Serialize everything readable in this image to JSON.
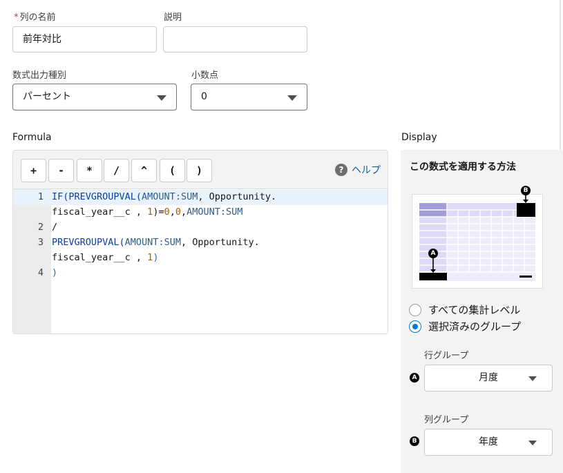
{
  "fields": {
    "column_name_label": "列の名前",
    "column_name_value": "前年対比",
    "description_label": "説明",
    "description_value": "",
    "format_type_label": "数式出力種別",
    "format_type_value": "パーセント",
    "decimals_label": "小数点",
    "decimals_value": "0"
  },
  "formula": {
    "label": "Formula",
    "operators": [
      "+",
      "-",
      "*",
      "/",
      "^",
      "(",
      ")"
    ],
    "help_label": "ヘルプ",
    "line_numbers": [
      "1",
      "2",
      "3",
      "4"
    ],
    "lines": {
      "l1a_fn": "IF(PREVGROUPVAL(",
      "l1a_fld": "AMOUNT:SUM",
      "l1a_rest": ", Opportunity.",
      "l1b_a": "fiscal_year__c , ",
      "l1b_n1": "1",
      "l1b_b": ")=",
      "l1b_n2": "0",
      "l1b_c": ",",
      "l1b_n3": "0",
      "l1b_d": ",",
      "l1b_fld": "AMOUNT:SUM",
      "l2": "/",
      "l3a_fn": "PREVGROUPVAL(",
      "l3a_fld": "AMOUNT:SUM",
      "l3a_rest": ", Opportunity.",
      "l3b_a": "fiscal_year__c , ",
      "l3b_n1": "1",
      "l3b_b": ")",
      "l4": ")"
    }
  },
  "display": {
    "label": "Display",
    "title": "この数式を適用する方法",
    "diagram_marker_a": "A",
    "diagram_marker_b": "B",
    "options": [
      {
        "label": "すべての集計レベル",
        "selected": false
      },
      {
        "label": "選択済みのグループ",
        "selected": true
      }
    ],
    "row_group_label": "行グループ",
    "row_group_badge": "A",
    "row_group_value": "月度",
    "col_group_label": "列グループ",
    "col_group_badge": "B",
    "col_group_value": "年度"
  },
  "colors": {
    "accent": "#0176d3",
    "link": "#0b5cab",
    "required": "#c23934",
    "diagram_purple": "#a39ed8",
    "diagram_light": "#ddd9f6"
  }
}
